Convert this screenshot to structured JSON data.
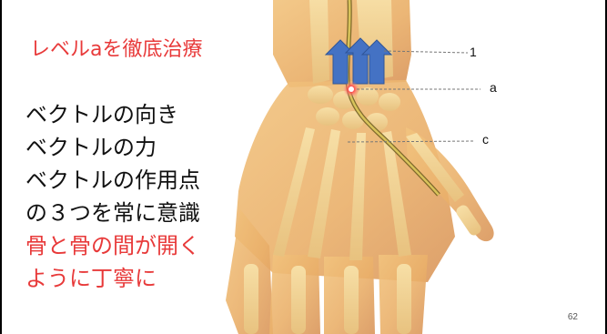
{
  "slide": {
    "title": "レベルaを徹底治療",
    "title_color": "#e83a3a",
    "lines": [
      {
        "text": "ベクトルの向き",
        "color": "#111111"
      },
      {
        "text": "ベクトルの力",
        "color": "#111111"
      },
      {
        "text": "ベクトルの作用点",
        "color": "#111111"
      },
      {
        "text": "の３つを常に意識",
        "color": "#111111"
      },
      {
        "text": "骨と骨の間が開く",
        "color": "#e83a3a"
      },
      {
        "text": "ように丁寧に",
        "color": "#e83a3a"
      }
    ],
    "page_number": "62"
  },
  "illustration": {
    "subject": "hand-anatomy-illustration",
    "arrow_color": "#4472c4",
    "marker_color": "#e83a3a",
    "labels": {
      "one": "1",
      "a": "a",
      "c": "c"
    }
  }
}
